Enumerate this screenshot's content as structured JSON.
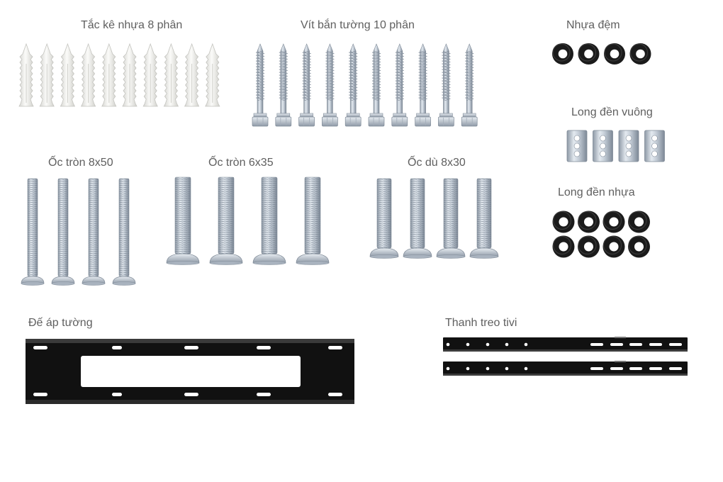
{
  "labels": {
    "wall_plugs": "Tắc kê nhựa 8 phân",
    "wall_screws": "Vít bắn tường 10 phân",
    "plastic_spacers": "Nhựa đệm",
    "square_washers": "Long đền vuông",
    "round_bolts_8x50": "Ốc tròn 8x50",
    "round_bolts_6x35": "Ốc tròn 6x35",
    "umbrella_bolts_8x30": "Ốc dù 8x30",
    "plastic_washers": "Long đền nhựa",
    "wall_plate": "Đế áp tường",
    "tv_rails": "Thanh treo tivi"
  },
  "counts": {
    "wall_plugs": 10,
    "wall_screws": 10,
    "plastic_spacers": 4,
    "square_washers": 4,
    "round_bolts_8x50": 4,
    "round_bolts_6x35": 4,
    "umbrella_bolts_8x30": 4,
    "plastic_washers": 8,
    "tv_rails": 2
  },
  "colors": {
    "label_text": "#5f5f5f",
    "metal": "#c9d2dc",
    "plastic_white": "#f1f1ef",
    "washer_black": "#1b1b1b",
    "plate_black": "#111111"
  }
}
